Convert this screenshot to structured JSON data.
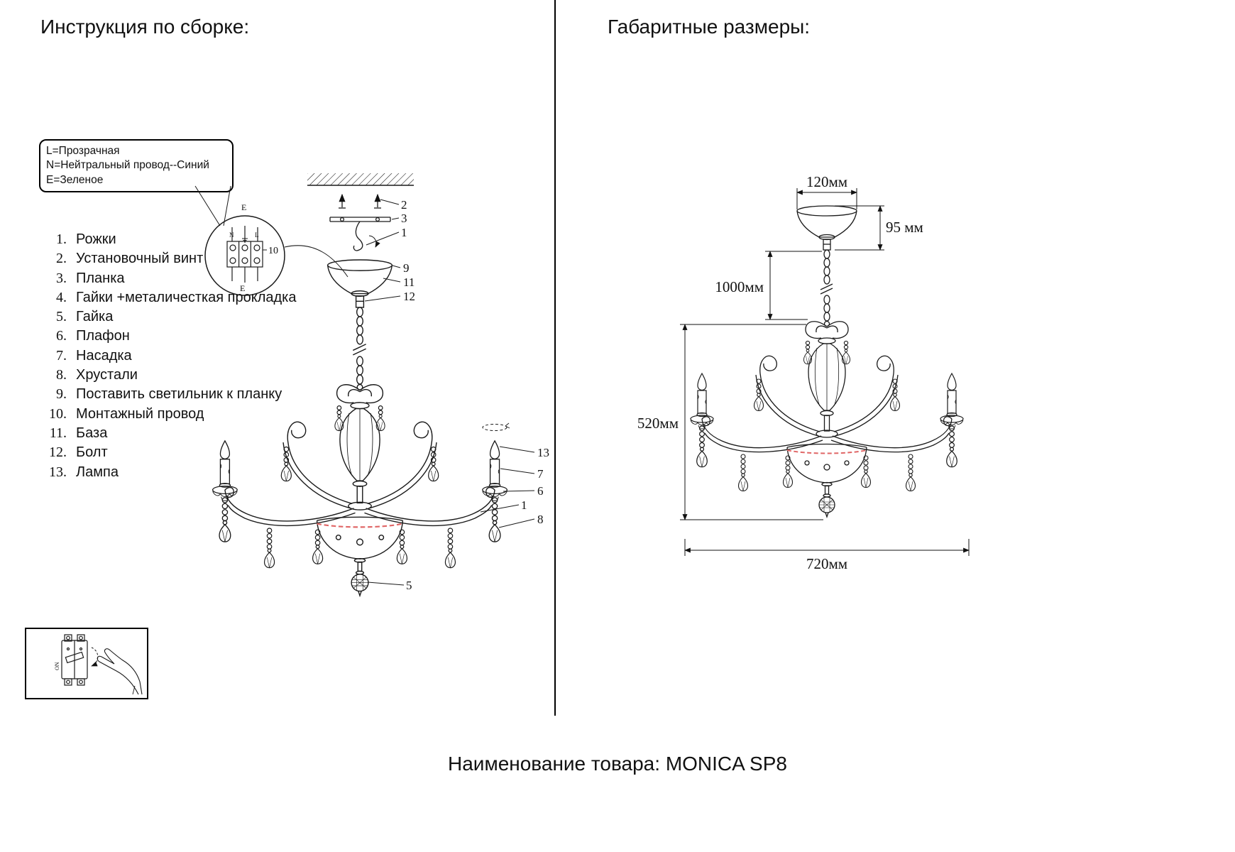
{
  "colors": {
    "highlight": "#e06666"
  },
  "left_panel": {
    "title": "Инструкция по сборке:",
    "wiring_note": {
      "line1": "L=Прозрачная",
      "line2": "N=Нейтральный провод--Синий",
      "line3": "E=Зеленое"
    },
    "parts": [
      {
        "num": "1.",
        "label": "Рожки"
      },
      {
        "num": "2.",
        "label": "Установочный винт"
      },
      {
        "num": "3.",
        "label": "Планка"
      },
      {
        "num": "4.",
        "label": "Гайки +металичесткая прокладка"
      },
      {
        "num": "5.",
        "label": "Гайка"
      },
      {
        "num": "6.",
        "label": "Плафон"
      },
      {
        "num": "7.",
        "label": "Насадка"
      },
      {
        "num": "8.",
        "label": "Хрустали"
      },
      {
        "num": "9.",
        "label": "Поставить светильник к планку"
      },
      {
        "num": "10.",
        "label": "Монтажный провод"
      },
      {
        "num": "11.",
        "label": "База"
      },
      {
        "num": "12.",
        "label": "Болт"
      },
      {
        "num": "13.",
        "label": "Лампа"
      }
    ],
    "callouts": {
      "screws": "2",
      "bracket": "3",
      "hook": "1",
      "attach": "9",
      "base": "11",
      "bolt": "12",
      "lamp": "13",
      "sleeve": "7",
      "shade": "6",
      "arm": "1",
      "crystals": "8",
      "nut": "5",
      "wire": "10"
    },
    "wiring_circle": {
      "earth_top": "E",
      "neutral": "N",
      "live": "L",
      "earth_bottom": "E"
    },
    "inset": {
      "switch_label": "ON"
    }
  },
  "right_panel": {
    "title": "Габаритные размеры:",
    "dimensions": {
      "canopy_width": "120мм",
      "canopy_height": "95 мм",
      "chain_length": "1000мм",
      "body_height": "520мм",
      "total_width": "720мм"
    }
  },
  "footer": {
    "product_label": "Наименование товара: MONICA SP8"
  }
}
